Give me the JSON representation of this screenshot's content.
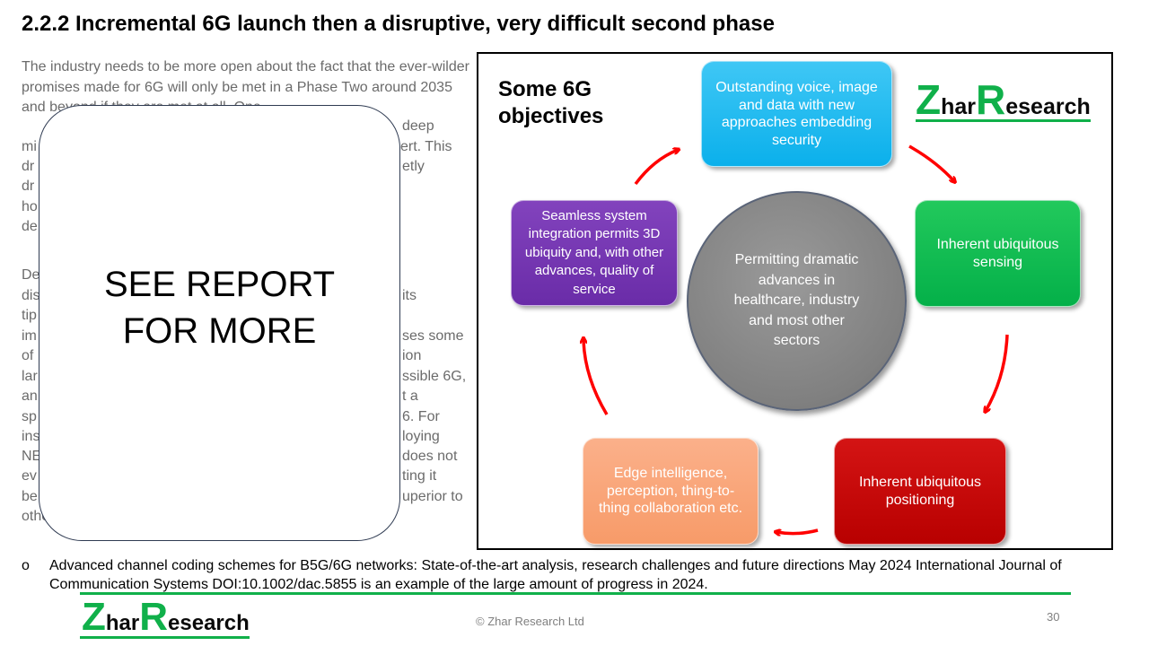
{
  "title": "2.2.2 Incremental 6G launch then a disruptive, very difficult second phase",
  "body": {
    "paragraph1": "The industry needs to be more open about the fact that the ever-wilder promises made for 6G will only be met in a Phase Two around 2035 and beyond if they are met at all. One",
    "paragraph1_fragments": [
      "deep",
      "mi",
      "ert. This",
      "dr",
      "etly",
      "dr",
      "ho",
      "de"
    ],
    "paragraph2_fragments": [
      "De",
      "dis",
      "its",
      "tip",
      "im",
      "ses some",
      "of",
      "ion",
      "lar",
      "ssible 6G,",
      "an",
      "t a",
      "sp",
      "6. For",
      "ins",
      "loying",
      "NE",
      "does not",
      "ev",
      "ting it",
      "be",
      "uperior to",
      "othe"
    ]
  },
  "overlay": {
    "line1": "SEE REPORT",
    "line2": "FOR MORE"
  },
  "diagram": {
    "title_line1": "Some 6G",
    "title_line2": "objectives",
    "center": "Permitting dramatic advances in healthcare, industry and most other sectors",
    "nodes": {
      "top": "Outstanding voice, image and data with new approaches embedding security",
      "right": "Inherent ubiquitous sensing",
      "bottom_right": "Inherent ubiquitous positioning",
      "bottom_left": "Edge intelligence, perception, thing-to-thing collaboration etc.",
      "left": "Seamless system integration permits 3D ubiquity and, with other advances, quality of service"
    },
    "colors": {
      "top": "#0bb0eb",
      "right": "#04b049",
      "bottom_right": "#c00000",
      "bottom_left": "#f79b69",
      "left": "#7030a0",
      "center": "#808080",
      "arrows": "#ff0000"
    }
  },
  "logo": {
    "z": "Z",
    "har": "har",
    "r": "R",
    "esearch": "esearch"
  },
  "reference": {
    "marker": "o",
    "text": "Advanced channel coding schemes for B5G/6G networks: State-of-the-art analysis, research challenges and future directions May 2024 International Journal of Communication Systems DOI:10.1002/dac.5855 is an example of the large amount of progress in 2024."
  },
  "footer": {
    "copyright": "© Zhar Research Ltd",
    "page_number": "30"
  }
}
